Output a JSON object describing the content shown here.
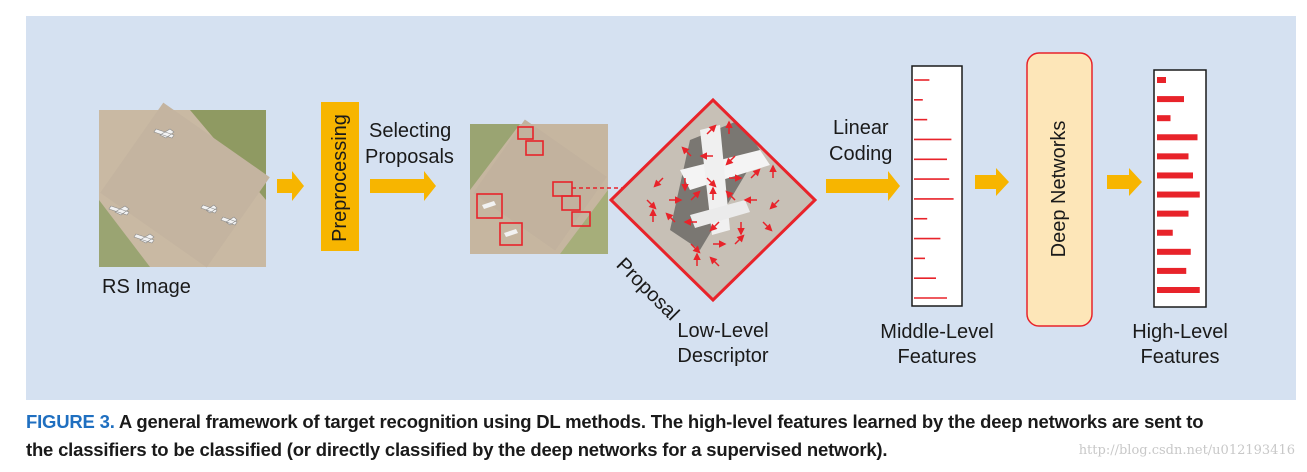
{
  "nodes": {
    "rs_image": "RS Image",
    "preprocessing": "Preprocessing",
    "selecting_proposals_line1": "Selecting",
    "selecting_proposals_line2": "Proposals",
    "proposal": "Proposal",
    "low_level_line1": "Low-Level",
    "low_level_line2": "Descriptor",
    "linear_coding_line1": "Linear",
    "linear_coding_line2": "Coding",
    "middle_level_line1": "Middle-Level",
    "middle_level_line2": "Features",
    "deep_networks": "Deep Networks",
    "high_level_line1": "High-Level",
    "high_level_line2": "Features"
  },
  "caption": {
    "figure_label": "FIGURE 3.",
    "text_line1": " A general framework of target recognition using DL methods. The high-level features learned by the deep networks are sent to",
    "text_line2": "the classifiers to be classified (or directly classified by the deep networks for a supervised network)."
  },
  "watermark": "http://blog.csdn.net/u012193416",
  "colors": {
    "panel_bg": "#d5e1f1",
    "arrow": "#f7b500",
    "preprocess_box": "#f7b500",
    "deep_box_fill": "#fde6b8",
    "deep_box_stroke": "#e8232a",
    "feature_red": "#e8232a",
    "caption_blue": "#1f6fc0"
  },
  "middle_level_bars": [
    0.35,
    0.2,
    0.3,
    0.85,
    0.75,
    0.8,
    0.9,
    0.3,
    0.6,
    0.25,
    0.5,
    0.75
  ],
  "high_level_bars": [
    0.2,
    0.6,
    0.3,
    0.9,
    0.7,
    0.8,
    0.95,
    0.7,
    0.35,
    0.75,
    0.65,
    0.95
  ]
}
